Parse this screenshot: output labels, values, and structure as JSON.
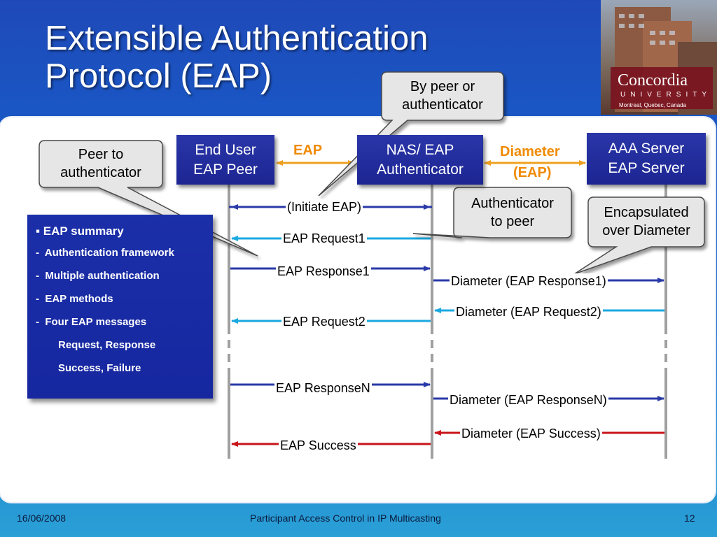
{
  "slide": {
    "title_line1": "Extensible Authentication",
    "title_line2": "Protocol (EAP)",
    "logo_text": "Concordia",
    "logo_subtext": "UNIVERSITY",
    "logo_city": "Montreal, Quebec, Canada"
  },
  "entities": {
    "peer": {
      "line1": "End User",
      "line2": "EAP Peer"
    },
    "nas": {
      "line1": "NAS/ EAP",
      "line2": "Authenticator"
    },
    "aaa": {
      "line1": "AAA Server",
      "line2": "EAP  Server"
    }
  },
  "protocol_labels": {
    "eap": "EAP",
    "diameter1": "Diameter",
    "diameter2": "(EAP)"
  },
  "summary": {
    "header": "EAP summary",
    "items": [
      "Authentication framework",
      "Multiple authentication",
      "EAP methods",
      "Four EAP messages"
    ],
    "sub_items": [
      "Request, Response",
      "Success, Failure"
    ]
  },
  "messages": {
    "initiate": "(Initiate EAP)",
    "req1": "EAP Request1",
    "resp1": "EAP Response1",
    "req2": "EAP Request2",
    "respN": "EAP ResponseN",
    "success": "EAP Success",
    "d_resp1": "Diameter (EAP Response1)",
    "d_req2": "Diameter (EAP Request2)",
    "d_respN": "Diameter (EAP ResponseN)",
    "d_success": "Diameter (EAP Success)"
  },
  "callouts": {
    "by_peer_l1": "By peer or",
    "by_peer_l2": "authenticator",
    "peer_to_auth_l1": "Peer to",
    "peer_to_auth_l2": "authenticator",
    "auth_to_peer_l1": "Authenticator",
    "auth_to_peer_l2": "to peer",
    "encap_l1": "Encapsulated",
    "encap_l2": "over Diameter"
  },
  "footer": {
    "date": "16/06/2008",
    "course": "Participant Access Control in IP Multicasting",
    "page": "12"
  },
  "colors": {
    "arrow_blue_dark": "#2a3aa8",
    "arrow_cyan": "#1aa8e0",
    "arrow_red": "#c8141a",
    "arrow_orange": "#f0a020",
    "label_orange": "#f08a00"
  }
}
